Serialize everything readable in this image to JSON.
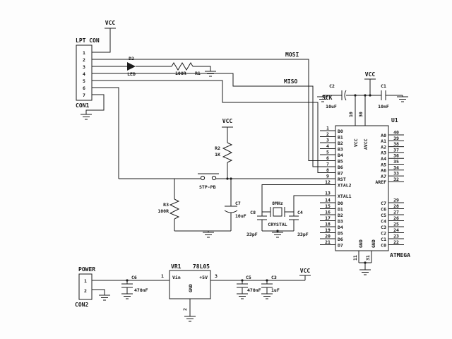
{
  "schematic": {
    "net_labels": {
      "vcc": "VCC",
      "mosi": "MOSI",
      "miso": "MISO",
      "sck": "SCK"
    },
    "lpt_connector": {
      "title": "LPT CON",
      "refdes": "CON1",
      "pins": [
        "1",
        "2",
        "3",
        "4",
        "5",
        "6",
        "7"
      ]
    },
    "led": {
      "refdes": "D2",
      "label": "LED"
    },
    "resistors": {
      "r1": {
        "refdes": "R1",
        "value": "100R"
      },
      "r2": {
        "refdes": "R2",
        "value": "1K"
      },
      "r3": {
        "refdes": "R3",
        "value": "100R"
      }
    },
    "capacitors": {
      "c1": {
        "refdes": "C1",
        "value": "10nF"
      },
      "c2": {
        "refdes": "C2",
        "value": "10uF"
      },
      "c3": {
        "refdes": "C3",
        "value": "1uF"
      },
      "c4": {
        "refdes": "C4",
        "value": "33pF"
      },
      "c5": {
        "refdes": "C5",
        "value": "470nF"
      },
      "c6": {
        "refdes": "C6",
        "value": "470nF"
      },
      "c7": {
        "refdes": "C7",
        "value": "10uF"
      },
      "c8": {
        "refdes": "C8",
        "value": "33pF"
      }
    },
    "reset_button": {
      "label": "STP-PB"
    },
    "crystal": {
      "frequency": "8MHz",
      "label": "CRYSTAL"
    },
    "mcu": {
      "refdes": "U1",
      "part": "ATMEGA",
      "left_pins": [
        {
          "num": "1",
          "label": "B0"
        },
        {
          "num": "2",
          "label": "B1"
        },
        {
          "num": "3",
          "label": "B2"
        },
        {
          "num": "4",
          "label": "B3"
        },
        {
          "num": "5",
          "label": "B4"
        },
        {
          "num": "6",
          "label": "B5"
        },
        {
          "num": "7",
          "label": "B6"
        },
        {
          "num": "8",
          "label": "B7"
        },
        {
          "num": "9",
          "label": "RST"
        },
        {
          "num": "12",
          "label": "XTAL2"
        },
        {
          "num": "13",
          "label": "XTAL1"
        },
        {
          "num": "14",
          "label": "D0"
        },
        {
          "num": "15",
          "label": "D1"
        },
        {
          "num": "16",
          "label": "D2"
        },
        {
          "num": "17",
          "label": "D3"
        },
        {
          "num": "18",
          "label": "D4"
        },
        {
          "num": "19",
          "label": "D5"
        },
        {
          "num": "20",
          "label": "D6"
        },
        {
          "num": "21",
          "label": "D7"
        }
      ],
      "right_pins": [
        {
          "num": "40",
          "label": "A0"
        },
        {
          "num": "39",
          "label": "A1"
        },
        {
          "num": "38",
          "label": "A2"
        },
        {
          "num": "37",
          "label": "A3"
        },
        {
          "num": "36",
          "label": "A4"
        },
        {
          "num": "35",
          "label": "A5"
        },
        {
          "num": "34",
          "label": "A6"
        },
        {
          "num": "33",
          "label": "A7"
        },
        {
          "num": "32",
          "label": "AREF"
        },
        {
          "num": "29",
          "label": "C7"
        },
        {
          "num": "28",
          "label": "C6"
        },
        {
          "num": "27",
          "label": "C5"
        },
        {
          "num": "26",
          "label": "C4"
        },
        {
          "num": "25",
          "label": "C3"
        },
        {
          "num": "24",
          "label": "C2"
        },
        {
          "num": "23",
          "label": "C1"
        },
        {
          "num": "22",
          "label": "C0"
        }
      ],
      "top_pins": [
        {
          "num": "10",
          "label": "VCC"
        },
        {
          "num": "30",
          "label": "AVCC"
        }
      ],
      "bottom_pins": [
        {
          "num": "11",
          "label": "GND"
        },
        {
          "num": "31",
          "label": "GND"
        }
      ]
    },
    "power_supply": {
      "header": "POWER",
      "connector_refdes": "CON2",
      "connector_pins": [
        "1",
        "2"
      ],
      "regulator": {
        "refdes": "VR1",
        "part": "78L05",
        "input_label": "Vin",
        "output_label": "+5V",
        "ground_label": "GND",
        "input_pin": "1",
        "output_pin": "3",
        "ground_pin": "2"
      }
    }
  }
}
